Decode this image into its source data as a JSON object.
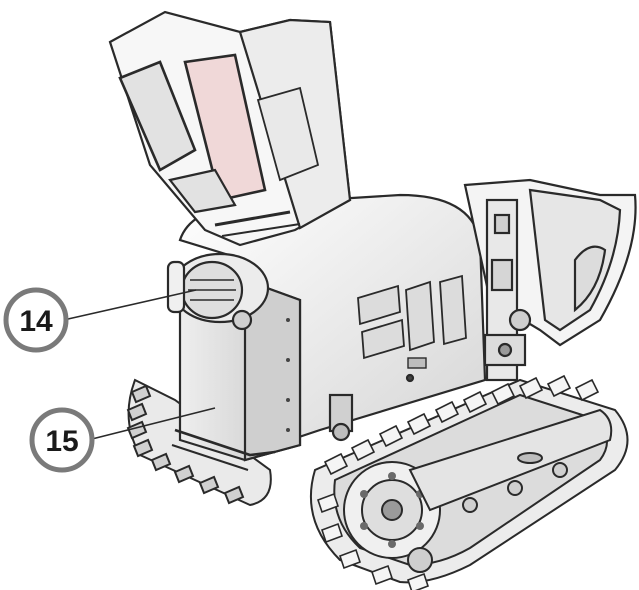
{
  "callouts": [
    {
      "id": "14",
      "label": "14"
    },
    {
      "id": "15",
      "label": "15"
    }
  ],
  "colors": {
    "outline": "#2a2a2a",
    "body": "#f2f2f2",
    "shade": "#d9d9d9",
    "dark": "#8a8a8a",
    "glass": "#e6e6e6",
    "red_tint": "#f0d8d8",
    "callout_ring": "#7a7a7a"
  }
}
